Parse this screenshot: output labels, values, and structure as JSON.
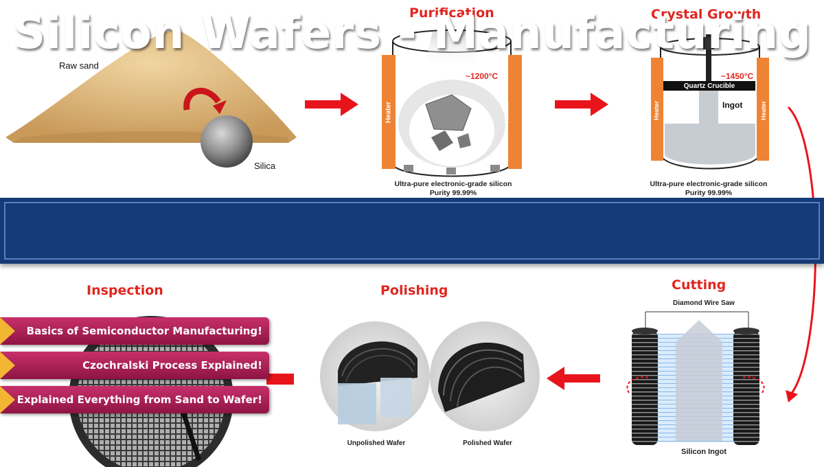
{
  "banner": {
    "title": "Silicon Wafers - Manufacturing"
  },
  "raw_sand": {
    "sand_label": "Raw sand",
    "silica_label": "Silica"
  },
  "purification": {
    "title": "Purification",
    "temperature": "~1200°C",
    "heater_label": "Heater",
    "caption_line1": "Ultra-pure electronic-grade silicon",
    "caption_line2": "Purity 99.99%"
  },
  "crystal_growth": {
    "title": "Crystal Growth",
    "temperature": "~1450°C",
    "crucible_label": "Quartz Crucible",
    "ingot_label": "Ingot",
    "heater_label": "Heater",
    "caption_line1": "Ultra-pure electronic-grade silicon",
    "caption_line2": "Purity 99.99%"
  },
  "cutting": {
    "title": "Cutting",
    "saw_label": "Diamond Wire Saw",
    "ingot_label": "Silicon Ingot"
  },
  "polishing": {
    "title": "Polishing",
    "unpolished_label": "Unpolished Wafer",
    "polished_label": "Polished Wafer"
  },
  "inspection": {
    "title": "Inspection",
    "pills": [
      "Basics of Semiconductor Manufacturing!",
      "Czochralski Process Explained!",
      "Explained Everything from Sand to Wafer!"
    ]
  },
  "colors": {
    "arrow": "#e8141b",
    "title_red": "#e0261f",
    "banner_blue": "#143a78",
    "heater_orange": "#ee8433",
    "pill_magenta": "#b0245a",
    "pill_accent": "#f2b632"
  }
}
